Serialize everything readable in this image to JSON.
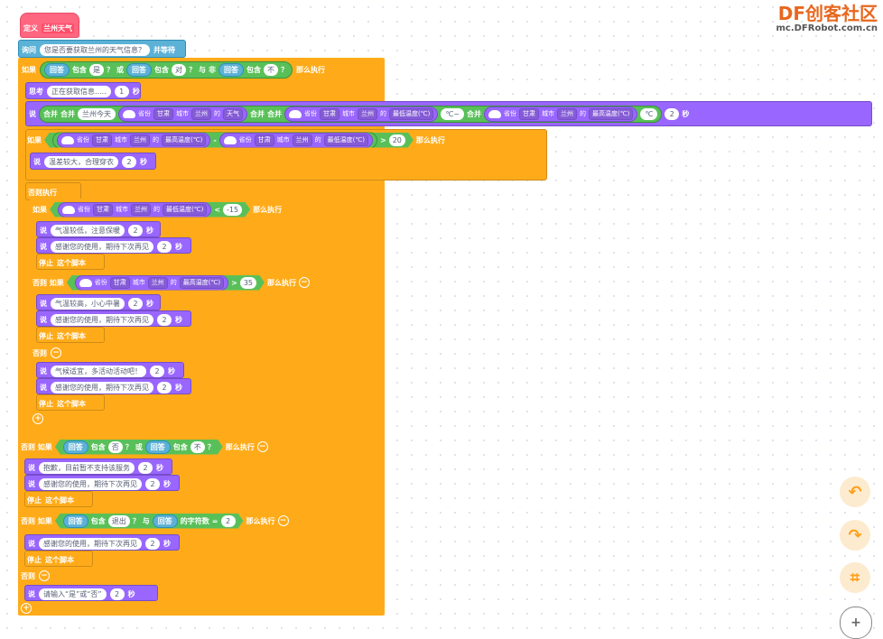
{
  "brand": {
    "logo": "DF创客社区",
    "site": "mc.DFRobot.com.cn"
  },
  "define": {
    "label": "定义",
    "name": "兰州天气"
  },
  "ask": {
    "label": "询问",
    "question": "您是否要获取兰州的天气信息？",
    "wait": "并等待"
  },
  "if1": {
    "if": "如果",
    "answer": "回答",
    "contains": "包含",
    "q": "？",
    "or": "或",
    "and": "与",
    "not": "非",
    "v1": "是",
    "v2": "对",
    "v3": "不",
    "then": "那么执行"
  },
  "think": {
    "label": "思考",
    "text": "正在获取信息.....",
    "secs": "1",
    "sec": "秒"
  },
  "say1": {
    "say": "说",
    "join": "合并",
    "today": "兰州今天",
    "province": "省份",
    "gansu": "甘肃",
    "city": "城市",
    "lanzhou": "兰州",
    "of": "的",
    "weather": "天气",
    "low": "最低温度(℃)",
    "high": "最高温度(℃)",
    "unit1": "℃~",
    "unit2": "℃",
    "secs": "2",
    "sec": "秒"
  },
  "if2": {
    "if": "如果",
    "minus": "-",
    "gt": ">",
    "lt": "<",
    "diff": "20",
    "then": "那么执行"
  },
  "say2": {
    "text": "温差较大，合理穿衣",
    "secs": "2"
  },
  "else1": {
    "label": "否则执行"
  },
  "if3": {
    "if": "如果",
    "val": "-15"
  },
  "say3": {
    "text": "气温较低，注意保暖",
    "secs": "2"
  },
  "thanks": "感谢您的使用，期待下次再见",
  "stop": {
    "label": "停止",
    "opt": "这个脚本"
  },
  "elseif": {
    "label": "否则 如果",
    "val": "35"
  },
  "say4": {
    "text": "气温较高，小心中暑",
    "secs": "2"
  },
  "else2": {
    "label": "否则"
  },
  "say5": {
    "text": "气候适宜，多活动活动吧！",
    "secs": "2"
  },
  "elseif2": {
    "v": "否",
    "v2": "不"
  },
  "say6": {
    "text": "抱歉，目前暂不支持该服务",
    "secs": "2"
  },
  "elseif3": {
    "exit": "退出",
    "len": "的字符数",
    "eq": "=",
    "n": "2"
  },
  "say7": {
    "text": "请输入“是”或“否”",
    "secs": "2"
  },
  "controls": [
    "undo-icon",
    "redo-icon",
    "crop-icon",
    "zoom-in-icon"
  ]
}
